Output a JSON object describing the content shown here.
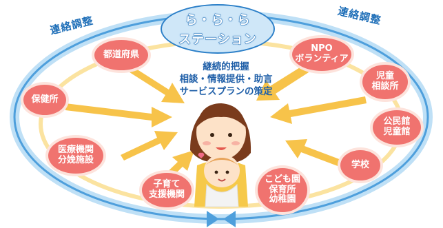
{
  "center": {
    "station_line1": "ら・ら・ら",
    "station_line2": "ステーション"
  },
  "linkage_label_left": "連絡調整",
  "linkage_label_right": "連絡調整",
  "services": [
    "継続的把握",
    "相談・情報提供・助言",
    "サービスプランの策定"
  ],
  "organizations": {
    "prefecture": "都道府県",
    "health_center": "保健所",
    "medical": "医療機関\n分娩施設",
    "childcare_support": "子育て\n支援機関",
    "nursery": "こども園\n保育所\n幼稚園",
    "school": "学校",
    "community_hall": "公民館\n児童館",
    "child_guidance": "児童\n相談所",
    "npo": "NPO\nボランティア"
  },
  "colors": {
    "node_fill": "#f0736f",
    "ring_blue": "#5aa9e0",
    "arrow_yellow": "#f7c34a",
    "title_blue": "#1f6fb8"
  }
}
